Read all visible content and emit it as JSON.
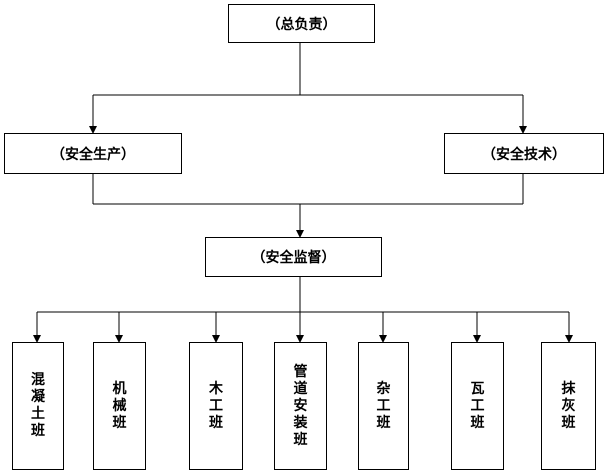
{
  "chart": {
    "top": {
      "label": "（总负责）"
    },
    "left": {
      "label": "（安全生产）"
    },
    "right": {
      "label": "（安全技术）"
    },
    "middle": {
      "label": "（安全监督）"
    },
    "teams": [
      {
        "label": "混凝土班"
      },
      {
        "label": "机械班"
      },
      {
        "label": "木工班"
      },
      {
        "label": "管道安装班"
      },
      {
        "label": "杂工班"
      },
      {
        "label": "瓦工班"
      },
      {
        "label": "抹灰班"
      }
    ]
  },
  "colors": {
    "line": "#000000",
    "box_border": "#000000",
    "background": "#ffffff"
  }
}
